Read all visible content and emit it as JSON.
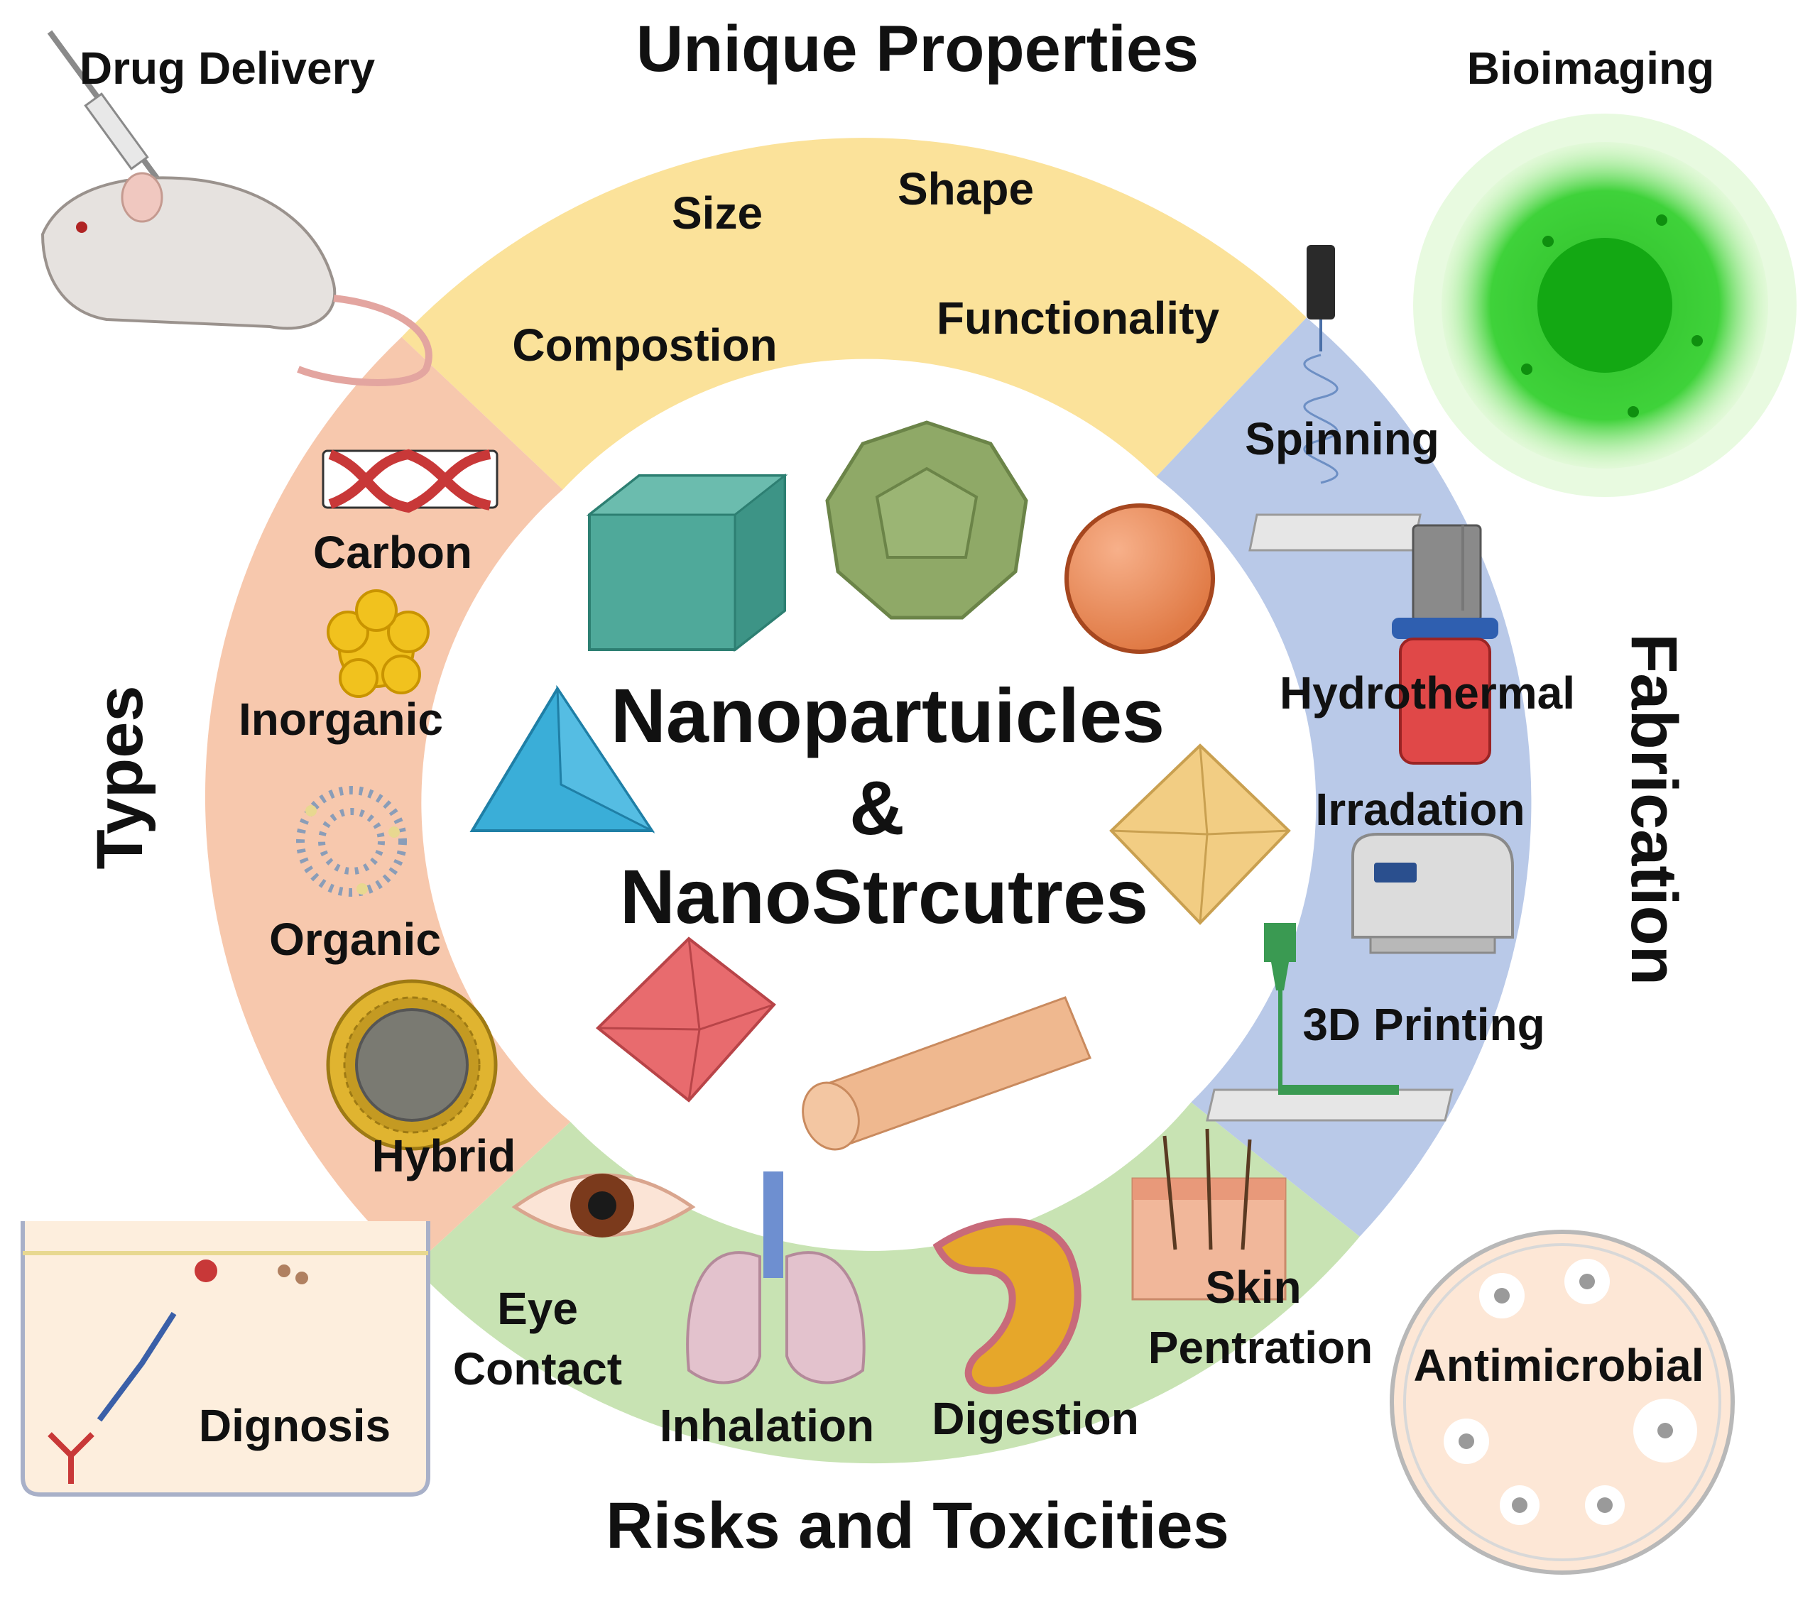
{
  "headings": {
    "unique_properties": "Unique Properties",
    "types": "Types",
    "fabrication": "Fabrication",
    "risks": "Risks and Toxicities"
  },
  "center": {
    "line1": "Nanopartuicles",
    "line2": "&",
    "line3": "NanoStrcutres"
  },
  "properties": {
    "size": "Size",
    "shape": "Shape",
    "composition": "Compostion",
    "functionality": "Functionality"
  },
  "types": {
    "carbon": "Carbon",
    "inorganic": "Inorganic",
    "organic": "Organic",
    "hybrid": "Hybrid"
  },
  "fabrication": {
    "spinning": "Spinning",
    "hydrothermal": "Hydrothermal",
    "irradiation": "Irradation",
    "printing": "3D Printing"
  },
  "risks": {
    "eye_line1": "Eye",
    "eye_line2": "Contact",
    "inhalation": "Inhalation",
    "digestion": "Digestion",
    "skin_line1": "Skin",
    "skin_line2": "Pentration"
  },
  "applications": {
    "drug_delivery": "Drug Delivery",
    "bioimaging": "Bioimaging",
    "diagnosis": "Dignosis",
    "antimicrobial": "Antimicrobial"
  },
  "colors": {
    "properties_segment": "#fbe29a",
    "types_segment": "#f7c8ad",
    "fabrication_segment": "#b9c9e8",
    "risks_segment": "#c8e3b3",
    "bioimaging_glow": "#3fd23a"
  },
  "icons": [
    "mouse-syringe-icon",
    "glowing-cell-icon",
    "antibody-well-icon",
    "petri-dish-icon",
    "carbon-nanotube-icon",
    "inorganic-cluster-icon",
    "liposome-icon",
    "core-shell-icon",
    "electrospinning-icon",
    "hydrothermal-reactor-icon",
    "irradiation-device-icon",
    "3d-printer-icon",
    "eye-icon",
    "lungs-icon",
    "stomach-icon",
    "skin-icon"
  ]
}
